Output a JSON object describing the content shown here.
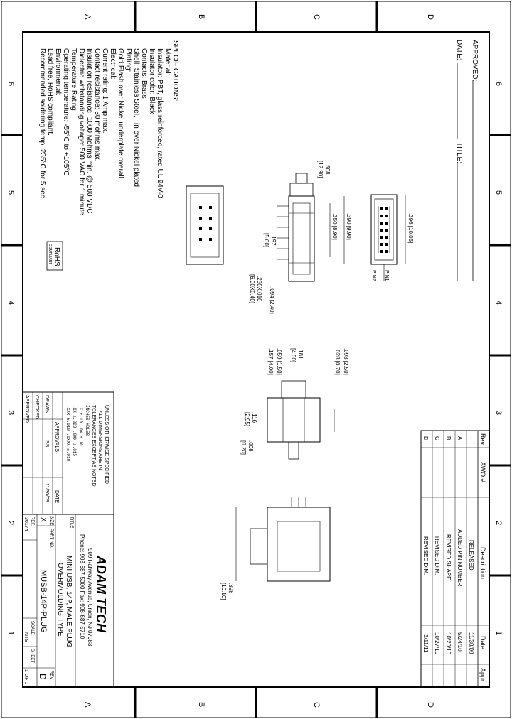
{
  "zones": {
    "numbers_top": [
      "6",
      "5",
      "4",
      "3",
      "2",
      "1"
    ],
    "numbers_bottom": [
      "6",
      "5",
      "4",
      "3",
      "2",
      "1"
    ],
    "letters": [
      "A",
      "B",
      "C",
      "D"
    ]
  },
  "approval": {
    "approved_label": "APPROVED:",
    "date_label": "DATE:",
    "title_label": "TITLE:"
  },
  "specifications": {
    "heading": "SPECIFICATIONS:",
    "lines": [
      "Material:",
      "Insulator: PBT, glass reinforced, rated UL 94V-0",
      "Insulator color: Black",
      "Contacts: Brass",
      "Shell: Stainless Steel, Tin over Nickel plated",
      "Plating:",
      "Gold Flash over Nickel underplate overall",
      "Electrical:",
      "Current rating: 1 Amp max.",
      "Contact resistance: 30 mohms max.",
      "Insulation resistance: 1000 Mohms min. @ 500 VDC",
      "Dielectric withstanding voltage: 500 VAC for 1 minute",
      "Temperature Rating",
      "Operating temperature: -55°C to +105°C",
      "Environmental:",
      "Lead free, RoHS compliant.",
      "Recommended soldering temp: 235°C for 5 sec."
    ],
    "rohs": "RoHS",
    "rohs_sub": "COMPLIANT"
  },
  "dimensions": {
    "d396": ".396 [10.05]",
    "d390": ".390 [9.90]",
    "d350": ".350 [8.90]",
    "d508": ".508",
    "d508m": "[12.90]",
    "d197": ".197",
    "d197m": "[5.00]",
    "d094": ".094 [2.40]",
    "d236": ".236X.016",
    "d236m": "[6.00X0.40]",
    "d098": ".098 [2.50]",
    "d028": ".028 [0.70]",
    "d181": ".181",
    "d181m": "[4.60]",
    "d059": ".059 [1.50]",
    "d157": ".157 [4.00]",
    "d116": ".116",
    "d116m": "[2.95]",
    "d008": ".008",
    "d008m": "[0.20]",
    "d398": ".398",
    "d398m": "[10.10]",
    "pin1": "PIN1",
    "pin2": "PIN2"
  },
  "revisions": {
    "headers": [
      "Rev",
      "AWO #",
      "Description",
      "Date",
      "Appr"
    ],
    "rows": [
      {
        "rev": "-",
        "awo": "",
        "desc": "RELEASED",
        "date": "11/30/09",
        "appr": ""
      },
      {
        "rev": "A",
        "awo": "",
        "desc": "ADDED PIN NUMBER",
        "date": "5/24/10",
        "appr": ""
      },
      {
        "rev": "B",
        "awo": "",
        "desc": "REVISED SHAPE",
        "date": "10/20/10",
        "appr": ""
      },
      {
        "rev": "C",
        "awo": "",
        "desc": "REVISED DIM.",
        "date": "10/27/10",
        "appr": ""
      },
      {
        "rev": "D",
        "awo": "",
        "desc": "REVISED DIM.",
        "date": "3/11/11",
        "appr": ""
      }
    ]
  },
  "tolerances": {
    "l1": "UNLESS OTHERWISE SPECIFIED",
    "l2": "ALL DIMENSIONS ARE IN",
    "l3": "TOLERANCES EXCEPT AS NOTED",
    "l4": "INCHES              HOLES",
    "l5": ".X     ±.10         .0X    ±.10",
    "l6": ".XX    ±.020        .0XX   ±.015",
    "l7": ".XXX   ±.010        .0XXX  ±.010",
    "approvals": "APPROVALS",
    "date_col": "DATE",
    "drawn": "DRAWN",
    "drawn_by": "SS",
    "drawn_date": "11/30/09",
    "checked": "CHECKED",
    "approved": "APPROVED"
  },
  "title_block": {
    "company": "ADAM TECH",
    "address": "909 Rahway Avenue, Union, NJ 07083",
    "phone": "Phone: 908-687-5000  Fax: 908-687-5710",
    "title_label": "TITLE",
    "title_l1": "MINI USB, 14P, MALE PLUG",
    "title_l2": "OVERMOLDING TYPE",
    "size_label": "SIZE",
    "size": "X",
    "part_label": "PART NO.",
    "part_no": "MUSB-14P-PLUG",
    "rev_label": "REV",
    "rev": "D",
    "ref_label": "REF.",
    "ref": "30174",
    "scale_label": "SCALE",
    "scale": "NTS",
    "sheet_label": "SHEET",
    "sheet": "1 OF 1"
  }
}
